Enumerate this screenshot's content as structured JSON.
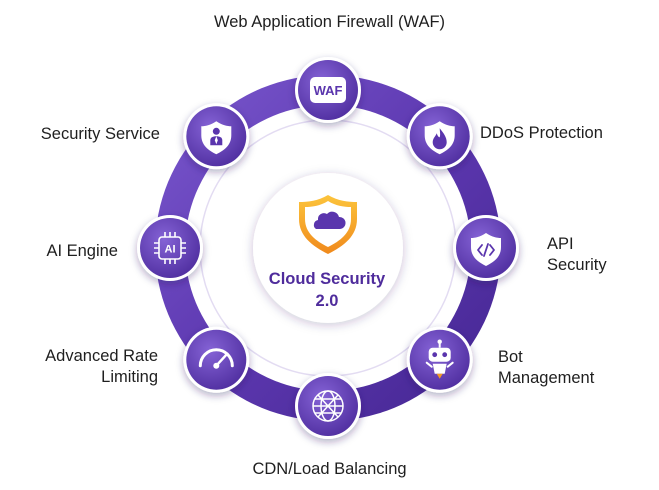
{
  "title_lines": [
    "Cloud Security",
    "2.0"
  ],
  "colors": {
    "ring_dark": "#4a2a98",
    "ring_mid": "#6a46bd",
    "ring_light": "#8b6bd8",
    "node_fill": "#6641b8",
    "center_text": "#4f2c9c",
    "shield_orange": "#f59a23",
    "shield_gold": "#fcc43c"
  },
  "nodes": [
    {
      "id": "waf",
      "icon": "waf-badge-icon",
      "icon_text": "WAF",
      "label_lines": [
        "Web Application Firewall (WAF)"
      ]
    },
    {
      "id": "ddos",
      "icon": "flame-shield-icon",
      "label_lines": [
        "DDoS Protection"
      ]
    },
    {
      "id": "api",
      "icon": "code-shield-icon",
      "label_lines": [
        "API",
        "Security"
      ]
    },
    {
      "id": "bot",
      "icon": "robot-icon",
      "label_lines": [
        "Bot",
        "Management"
      ]
    },
    {
      "id": "cdn",
      "icon": "globe-network-icon",
      "label_lines": [
        "CDN/Load Balancing"
      ]
    },
    {
      "id": "rate",
      "icon": "speedometer-icon",
      "label_lines": [
        "Advanced Rate",
        "Limiting"
      ]
    },
    {
      "id": "ai",
      "icon": "ai-chip-icon",
      "icon_text": "AI",
      "label_lines": [
        "AI Engine"
      ]
    },
    {
      "id": "security",
      "icon": "agent-shield-icon",
      "label_lines": [
        "Security Service"
      ]
    }
  ]
}
